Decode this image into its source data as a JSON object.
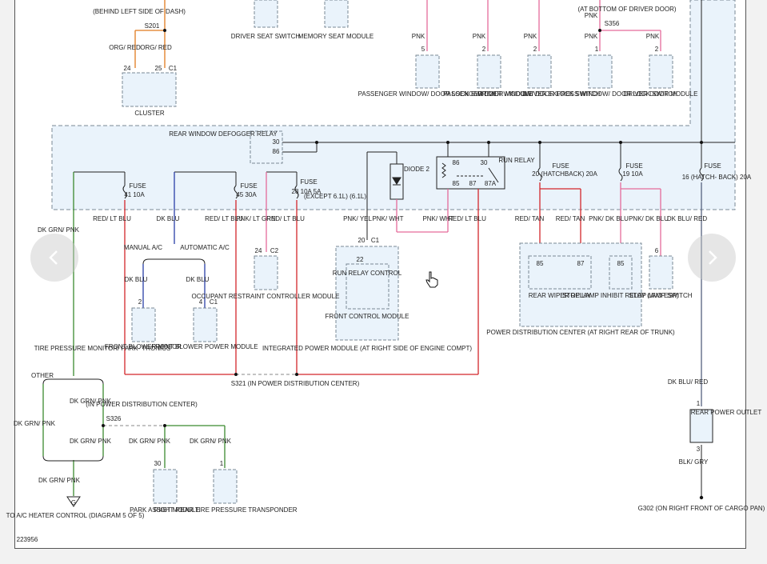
{
  "diagram": {
    "ref_number": "223956",
    "colors": {
      "wire_orange": "#e07b1e",
      "wire_pink": "#e56b9a",
      "wire_red": "#d3262b",
      "wire_green": "#3b8a2f",
      "wire_blue": "#2a3ea8",
      "wire_dkblu_red": "#55617e",
      "module_fill": "#eaf3fb",
      "dashed_border": "#7a8894"
    },
    "labels": {
      "behind_left_side_dash": "(BEHIND LEFT SIDE OF DASH)",
      "s201": "S201",
      "org_red": "ORG/ RED",
      "pin24": "24",
      "pin25": "25",
      "c1": "C1",
      "cluster": "CLUSTER",
      "driver_seat_switch": "DRIVER SEAT SWITCH",
      "memory_seat_module": "MEMORY SEAT MODULE",
      "at_bottom_driver_door": "(AT BOTTOM OF DRIVER DOOR)",
      "s356": "S356",
      "pnk": "PNK",
      "pin5": "5",
      "pin2": "2",
      "pin1": "1",
      "pass_window_door_lock_switch": "PASSENGER WINDOW/ DOOR LOCK SWITCH",
      "passenger_door_module": "PASSENGER DOOR MODULE",
      "driver_window_door_lock_switch": "DRIVER WINDOW/ DOOR LOCK SWITCH",
      "driver_express_window": "DRIVER EXPRESS WINDOW/ DOOR LOCK SWITCH",
      "driver_door_module": "DRIVER DOOR MODULE",
      "rear_window_defogger_relay": "REAR WINDOW DEFOGGER RELAY",
      "pin30": "30",
      "pin86": "86",
      "pin85": "85",
      "pin87": "87",
      "pin87a": "87A",
      "pin6": "6",
      "pin4": "4",
      "pin3": "3",
      "pin20": "20",
      "pin22": "22",
      "diode2": "DIODE 2",
      "run_relay": "RUN RELAY",
      "fuse": "FUSE",
      "fuse41": "41 10A",
      "fuse45": "45 30A",
      "fuse28": "28 10A 5A",
      "except61": "(EXCEPT 6.1L) (6.1L)",
      "fuse20": "20 (HATCHBACK) 20A",
      "fuse19": "19 10A",
      "fuse16": "16 (HATCH- BACK) 20A",
      "dk_grn_pnk": "DK GRN/ PNK",
      "red_lt_blu": "RED/ LT BLU",
      "dk_blu": "DK BLU",
      "pnk_lt_grn": "PNK/ LT GRN",
      "pnk_yel": "PNK/ YEL",
      "pnk_wht": "PNK/ WHT",
      "red_tan": "RED/ TAN",
      "pnk_dk_blu": "PNK/ DK BLU",
      "dk_blu_red": "DK BLU/ RED",
      "manual_ac": "MANUAL A/C",
      "automatic_ac": "AUTOMATIC A/C",
      "c2": "C2",
      "occupant_restraint": "OCCUPANT RESTRAINT CONTROLLER MODULE",
      "run_relay_control": "RUN RELAY CONTROL",
      "front_control_module": "FRONT CONTROL MODULE",
      "integrated_power_module": "INTEGRATED POWER MODULE (AT RIGHT SIDE OF ENGINE COMPT)",
      "rear_wiper_relay": "REAR WIPER RELAY",
      "stop_lamp_inhibit_relay": "STOP LAMP INHIBIT RELAY (W/O ESP)",
      "stop_lamp_switch": "STOP LAMP SWITCH",
      "power_distribution_center": "POWER DISTRIBUTION CENTER (AT RIGHT REAR OF TRUNK)",
      "front_blower_motor": "FRONT BLOWER MOTOR",
      "front_blower_power_module": "FRONT BLOWER POWER MODULE",
      "tire_pressure_monitor": "TIRE PRESSURE MONITOR/ PARK- TRONICS",
      "other": "OTHER",
      "s321": "S321 (IN POWER DISTRIBUTION CENTER)",
      "in_power_distribution_center": "(IN POWER DISTRIBUTION CENTER)",
      "s326": "S326",
      "to_ac_heater": "TO A/C HEATER CONTROL (DIAGRAM 5 OF 5)",
      "g_symbol": "G",
      "park_assist_module": "PARK ASSIST MODULE",
      "right_rear_tire_pressure": "RIGHT REAR TIRE PRESSURE TRANSPONDER",
      "rear_power_outlet": "REAR POWER OUTLET",
      "blk_gry": "BLK/ GRY",
      "g302": "G302 (ON RIGHT FRONT OF CARGO PAN)"
    }
  },
  "viewer": {
    "prev_icon": "chevron-left-icon",
    "next_icon": "chevron-right-icon",
    "cursor_icon": "hand-pointer-icon"
  }
}
